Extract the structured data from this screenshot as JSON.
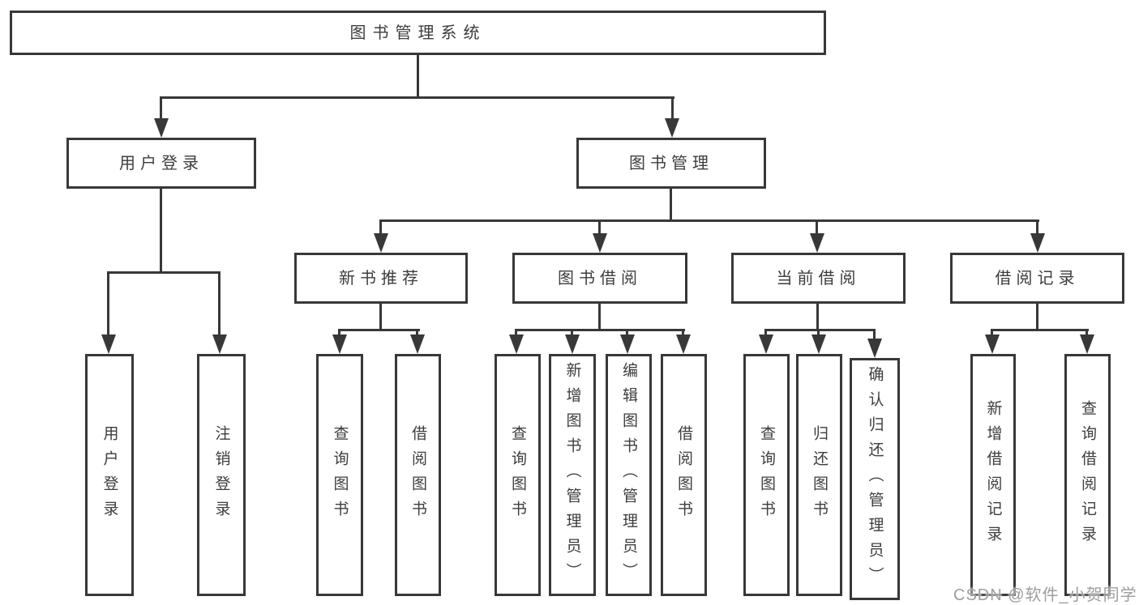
{
  "diagram_title": "图书管理系统",
  "nodes": {
    "root": {
      "label": "图书管理系统"
    },
    "l1_user_login": {
      "label": "用户登录"
    },
    "l1_book_mgmt": {
      "label": "图书管理"
    },
    "l2_new_book": {
      "label": "新书推荐"
    },
    "l2_book_borrow": {
      "label": "图书借阅"
    },
    "l2_current_borrow": {
      "label": "当前借阅"
    },
    "l2_borrow_record": {
      "label": "借阅记录"
    },
    "leaf_login": {
      "label": "用户登录"
    },
    "leaf_logout": {
      "label": "注销登录"
    },
    "leaf_nb_query": {
      "label": "查询图书"
    },
    "leaf_nb_borrow": {
      "label": "借阅图书"
    },
    "leaf_bb_query": {
      "label": "查询图书"
    },
    "leaf_bb_add": {
      "label": "新增图书（管理员）"
    },
    "leaf_bb_edit": {
      "label": "编辑图书（管理员）"
    },
    "leaf_bb_borrow": {
      "label": "借阅图书"
    },
    "leaf_cb_query": {
      "label": "查询图书"
    },
    "leaf_cb_return": {
      "label": "归还图书"
    },
    "leaf_cb_confirm": {
      "label": "确认归还（管理员）"
    },
    "leaf_br_add": {
      "label": "新增借阅记录"
    },
    "leaf_br_query": {
      "label": "查询借阅记录"
    }
  },
  "hierarchy": [
    {
      "parent": "图书管理系统",
      "children": [
        "用户登录",
        "图书管理"
      ]
    },
    {
      "parent": "用户登录",
      "children": [
        "用户登录",
        "注销登录"
      ]
    },
    {
      "parent": "图书管理",
      "children": [
        "新书推荐",
        "图书借阅",
        "当前借阅",
        "借阅记录"
      ]
    },
    {
      "parent": "新书推荐",
      "children": [
        "查询图书",
        "借阅图书"
      ]
    },
    {
      "parent": "图书借阅",
      "children": [
        "查询图书",
        "新增图书（管理员）",
        "编辑图书（管理员）",
        "借阅图书"
      ]
    },
    {
      "parent": "当前借阅",
      "children": [
        "查询图书",
        "归还图书",
        "确认归还（管理员）"
      ]
    },
    {
      "parent": "借阅记录",
      "children": [
        "新增借阅记录",
        "查询借阅记录"
      ]
    }
  ],
  "watermark": "CSDN @软件_小贺同学",
  "colors": {
    "line": "#383838",
    "text": "#3d3d3d",
    "background": "#ffffff",
    "watermark": "#9d9d9d"
  }
}
